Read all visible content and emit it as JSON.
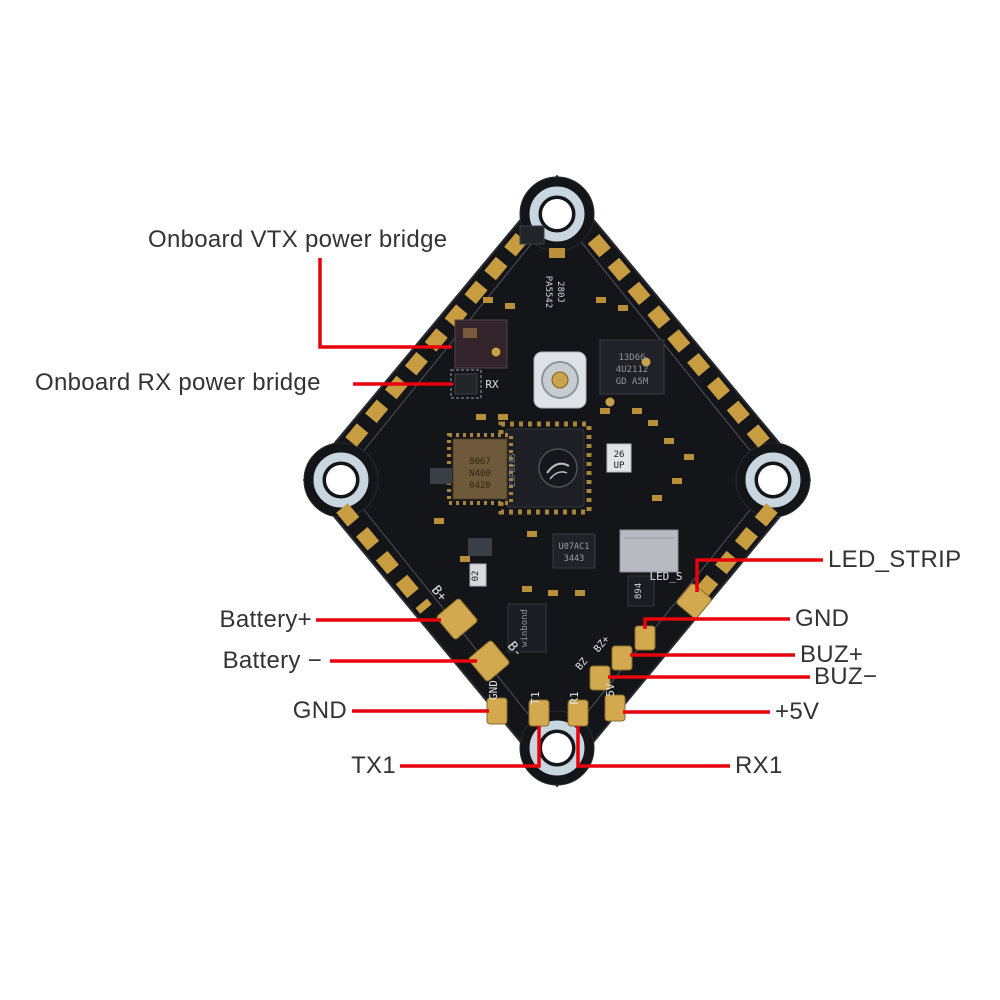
{
  "diagram": {
    "type": "pcb-pinout-diagram"
  },
  "colors": {
    "callout_line": "#e8000d",
    "board": "#141519",
    "pad_gold": "#c89d42",
    "hole_ring": "#c8d6e0",
    "label_text": "#333333"
  },
  "callouts": {
    "vtx_bridge": {
      "label": "Onboard VTX power bridge"
    },
    "rx_bridge": {
      "label": "Onboard RX power bridge"
    },
    "led_strip": {
      "label": "LED_STRIP"
    },
    "battery_plus": {
      "label": "Battery+"
    },
    "battery_minus": {
      "label": "Battery −"
    },
    "gnd_left": {
      "label": "GND"
    },
    "tx1": {
      "label": "TX1"
    },
    "gnd_right": {
      "label": "GND"
    },
    "buz_plus": {
      "label": "BUZ+"
    },
    "buz_minus": {
      "label": "BUZ−"
    },
    "plus_5v": {
      "label": "+5V"
    },
    "rx1": {
      "label": "RX1"
    }
  },
  "silkscreen": {
    "b_plus": "B+",
    "b_minus": "B-",
    "gnd": "GND",
    "t1": "T1",
    "r1": "R1",
    "v5": "5V",
    "bz_plus": "BZ+",
    "bz_minus": "BZ",
    "led_s": "LED_S",
    "rx": "RX",
    "pa1": "PA5542",
    "pa2": "280J",
    "box26_line1": "26",
    "box26_line2": "UP",
    "rf1": "13D66",
    "rf2": "4U2112",
    "rf3": "GD A5M",
    "mcu": "ESP8285",
    "gyro1": "8067",
    "gyro2": "N400",
    "gyro3": "0420",
    "u07_1": "U07AC1",
    "u07_2": "3443",
    "flash": "winbond",
    "n894": "894",
    "o2": "02"
  }
}
